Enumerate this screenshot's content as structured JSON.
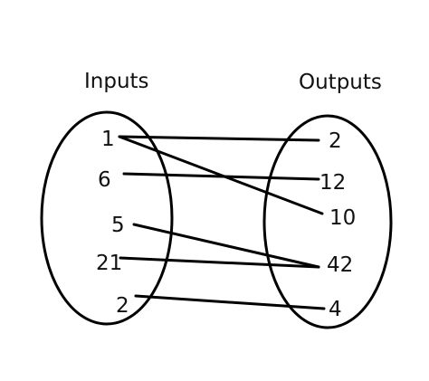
{
  "headers": {
    "inputs": "Inputs",
    "outputs": "Outputs"
  },
  "inputs": [
    "1",
    "6",
    "5",
    "21",
    "2"
  ],
  "outputs": [
    "2",
    "12",
    "10",
    "42",
    "4"
  ],
  "mappings": [
    {
      "from": "1",
      "to": "2"
    },
    {
      "from": "1",
      "to": "10"
    },
    {
      "from": "6",
      "to": "12"
    },
    {
      "from": "5",
      "to": "42"
    },
    {
      "from": "21",
      "to": "42"
    },
    {
      "from": "2",
      "to": "4"
    }
  ],
  "colors": {
    "ink": "#000000",
    "background": "#ffffff"
  }
}
